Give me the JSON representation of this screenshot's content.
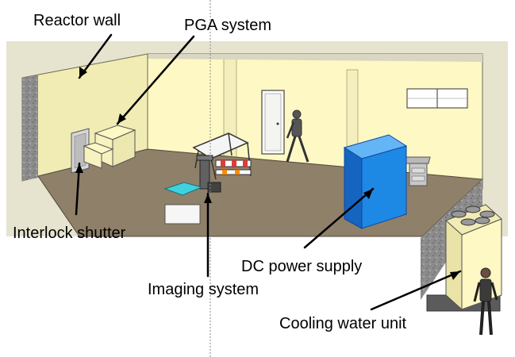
{
  "labels": {
    "reactor_wall": "Reactor wall",
    "pga_system": "PGA system",
    "interlock_shutter": "Interlock shutter",
    "imaging_system": "Imaging system",
    "dc_power_supply": "DC power supply",
    "cooling_water_unit": "Cooling water unit"
  },
  "colors": {
    "wall": "#fdf8c4",
    "wall_shade": "#e8e2a6",
    "floor": "#8f806a",
    "concrete": "#8a8a8a",
    "dc_supply": "#1e88e5",
    "water_pool": "#3fd1e0",
    "backdrop": "#e6e3cf"
  }
}
